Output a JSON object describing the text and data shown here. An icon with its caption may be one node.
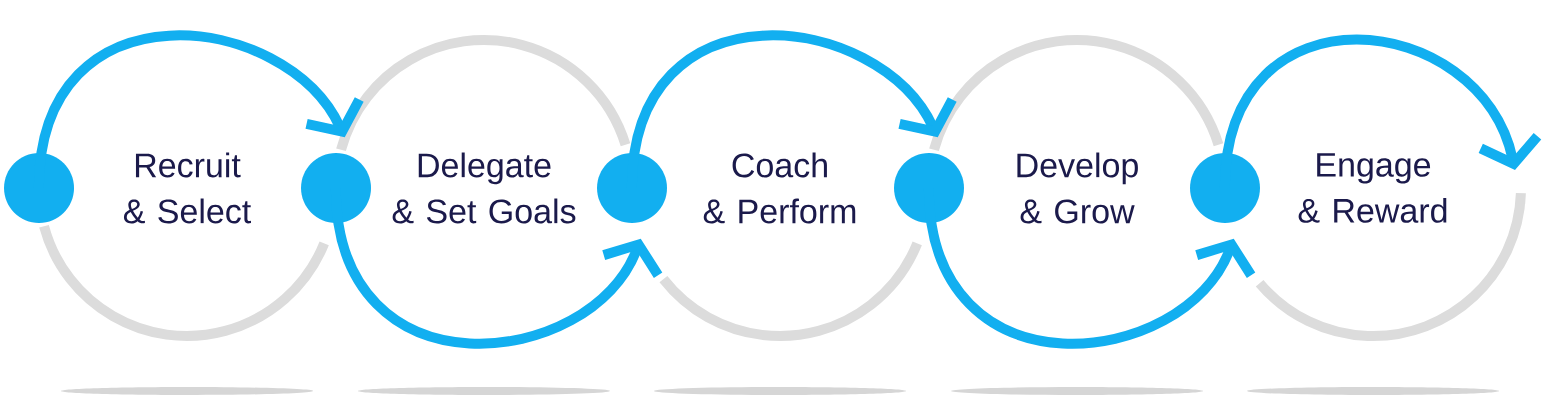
{
  "diagram": {
    "nodes": [
      {
        "text": [
          "Recruit & Select"
        ]
      },
      {
        "text": [
          "Delegate & Set Goals"
        ]
      },
      {
        "text": [
          "Coach & Perform"
        ]
      },
      {
        "text": [
          "Develop & Grow"
        ]
      },
      {
        "text": [
          "Engage & Reward"
        ]
      }
    ],
    "edges": [
      {
        "from": 0,
        "to": 1,
        "arrow": "to"
      },
      {
        "from": 1,
        "to": 2,
        "arrow": "to"
      },
      {
        "from": 2,
        "to": 3,
        "arrow": "to"
      },
      {
        "from": 3,
        "to": 4,
        "arrow": "to"
      },
      {
        "from": 4,
        "to": null,
        "arrow": "to"
      }
    ]
  }
}
